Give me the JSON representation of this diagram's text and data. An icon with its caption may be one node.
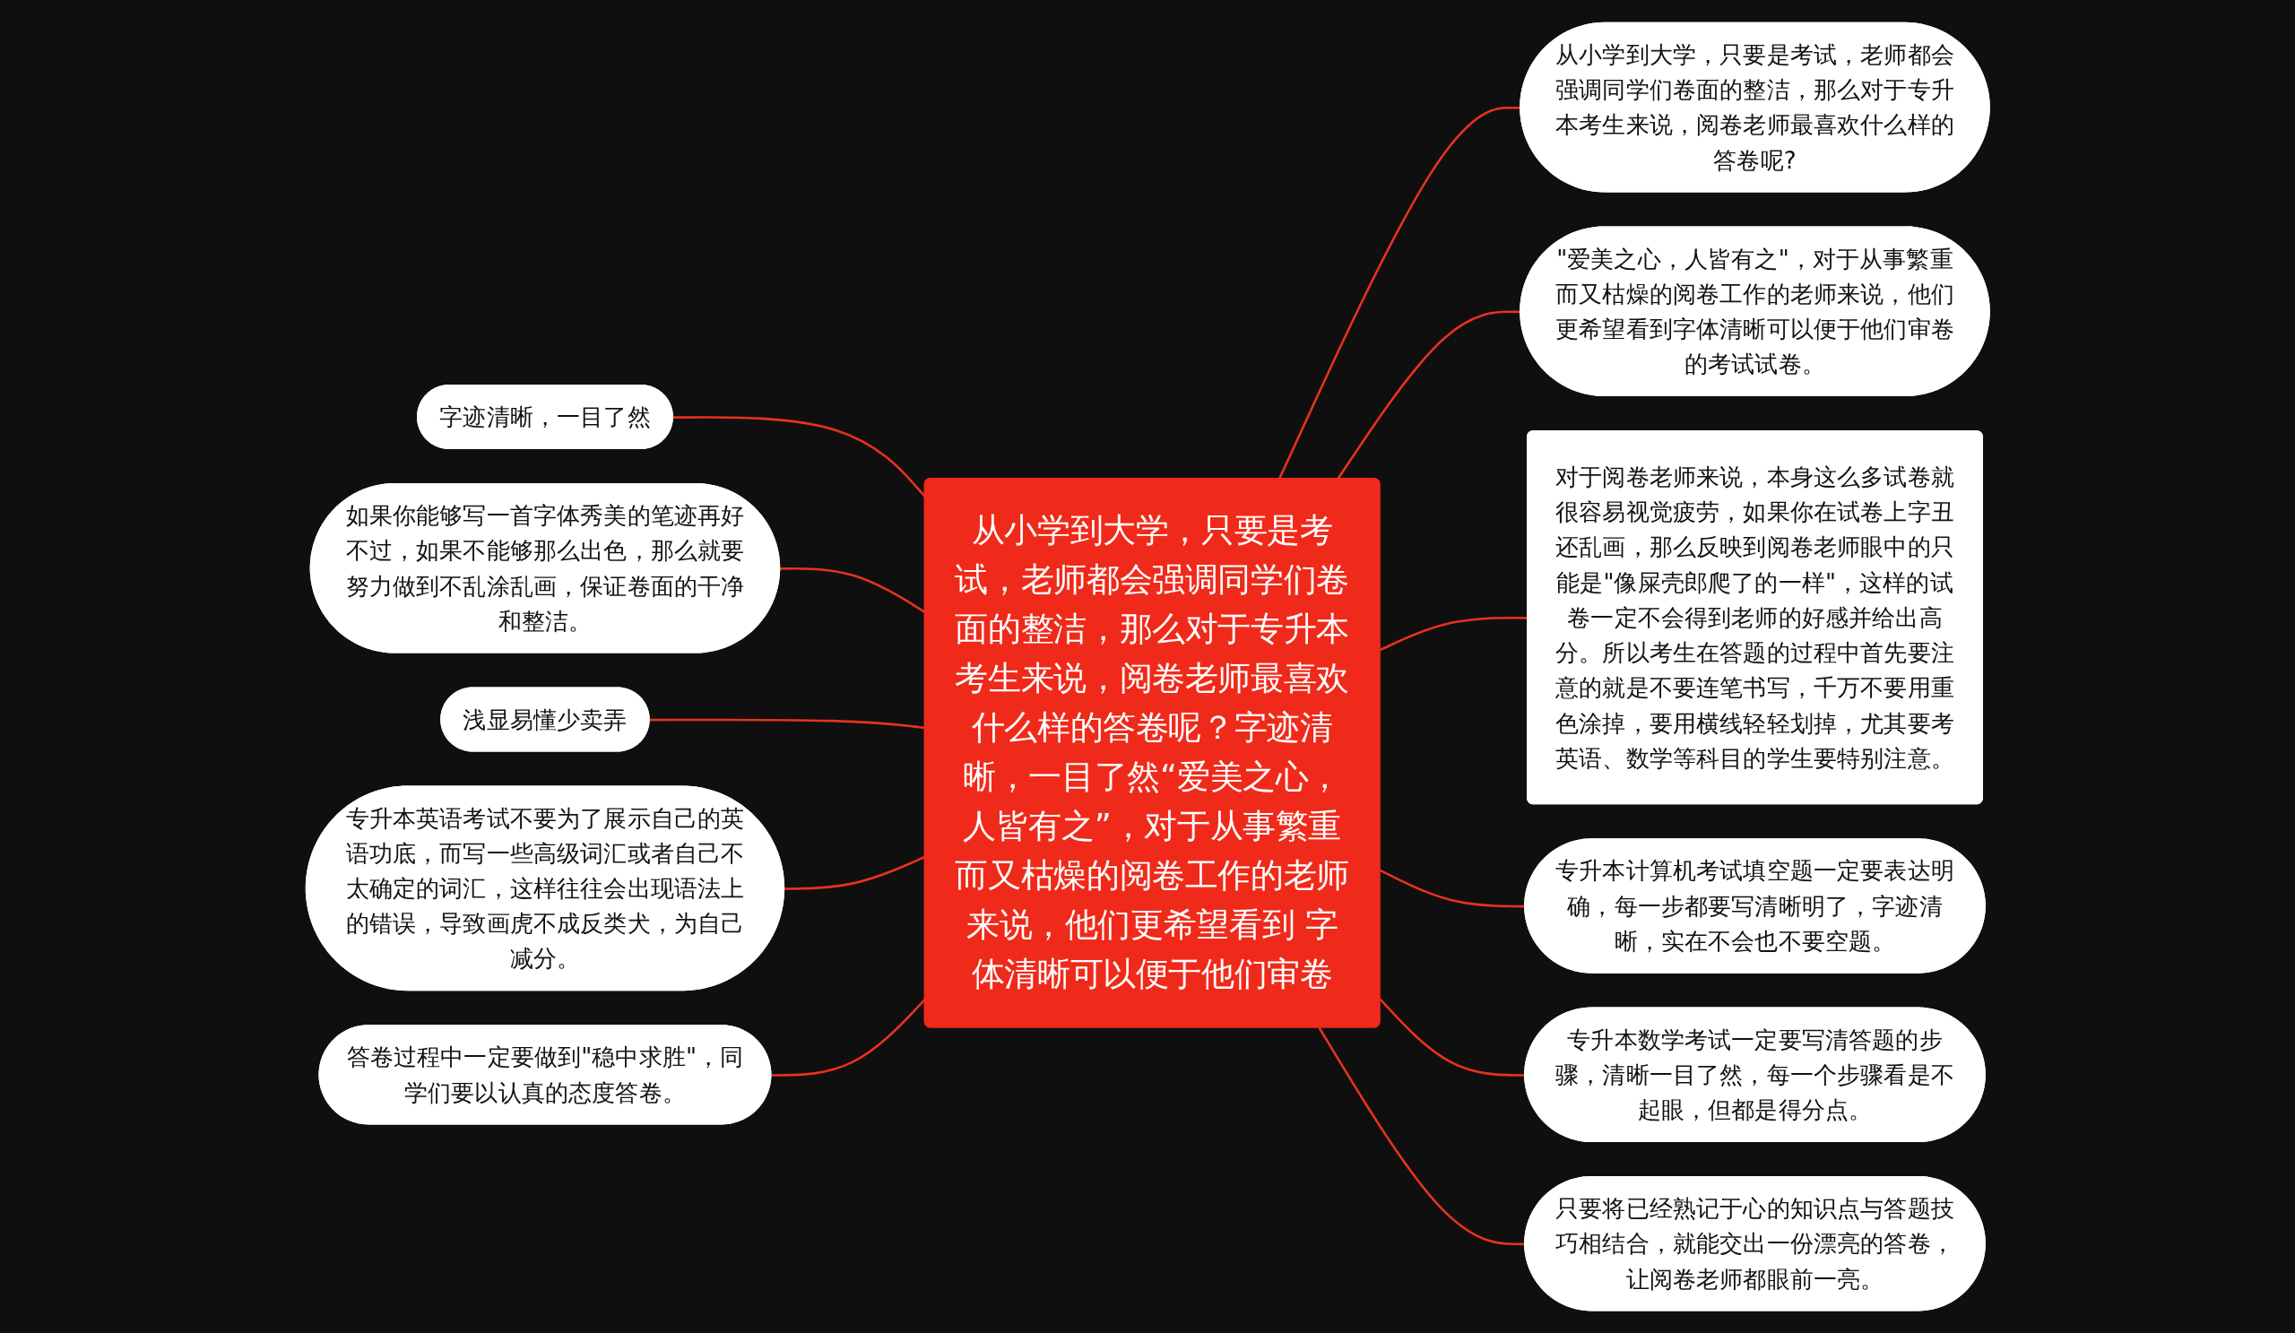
{
  "diagram": {
    "nodes": [
      {
        "text": [
          "从小学到大学，只要是考试，老师都会强调同学们卷面的整洁，那么对于专升本考生来说，阅卷老师最喜欢什么样的答卷呢？字迹清晰，一目了然“爱美之心，人皆有之”，对于从事繁重而又枯燥的阅卷工作的老师来说，他们更希望看到 字体清晰可以便于他们审卷"
        ]
      },
      {
        "text": [
          "字迹清晰，一目了然"
        ]
      },
      {
        "text": [
          "如果你能够写一首字体秀美的笔迹再好不过，如果不能够那么出色，那么就要努力做到不乱涂乱画，保证卷面的干净和整洁。"
        ]
      },
      {
        "text": [
          "浅显易懂少卖弄"
        ]
      },
      {
        "text": [
          "专升本英语考试不要为了展示自己的英语功底，而写一些高级词汇或者自己不太确定的词汇，这样往往会出现语法上的错误，导致画虎不成反类犬，为自己减分。"
        ]
      },
      {
        "text": [
          "答卷过程中一定要做到\"稳中求胜\"，同学们要以认真的态度答卷。"
        ]
      },
      {
        "text": [
          "从小学到大学，只要是考试，老师都会强调同学们卷面的整洁，那么对于专升本考生来说，阅卷老师最喜欢什么样的答卷呢?"
        ]
      },
      {
        "text": [
          "\"爱美之心，人皆有之\"，对于从事繁重而又枯燥的阅卷工作的老师来说，他们更希望看到字体清晰可以便于他们审卷的考试试卷。"
        ]
      },
      {
        "text": [
          "对于阅卷老师来说，本身这么多试卷就很容易视觉疲劳，如果你在试卷上字丑还乱画，那么反映到阅卷老师眼中的只能是\"像屎壳郎爬了的一样\"，这样的试卷一定不会得到老师的好感并给出高分。所以考生在答题的过程中首先要注意的就是不要连笔书写，千万不要用重色涂掉，要用横线轻轻划掉，尤其要考英语、数学等科目的学生要特别注意。"
        ]
      },
      {
        "text": [
          "专升本计算机考试填空题一定要表达明确，每一步都要写清晰明了，字迹清晰，实在不会也不要空题。"
        ]
      },
      {
        "text": [
          "专升本数学考试一定要写清答题的步骤，清晰一目了然，每一个步骤看是不起眼，但都是得分点。"
        ]
      },
      {
        "text": [
          "只要将已经熟记于心的知识点与答题技巧相结合，就能交出一份漂亮的答卷，让阅卷老师都眼前一亮。"
        ]
      }
    ],
    "edges": [
      {
        "from": 0,
        "to": 1,
        "arrow": "none"
      },
      {
        "from": 0,
        "to": 2,
        "arrow": "none"
      },
      {
        "from": 0,
        "to": 3,
        "arrow": "none"
      },
      {
        "from": 0,
        "to": 4,
        "arrow": "none"
      },
      {
        "from": 0,
        "to": 5,
        "arrow": "none"
      },
      {
        "from": 0,
        "to": 6,
        "arrow": "none"
      },
      {
        "from": 0,
        "to": 7,
        "arrow": "none"
      },
      {
        "from": 0,
        "to": 8,
        "arrow": "none"
      },
      {
        "from": 0,
        "to": 9,
        "arrow": "none"
      },
      {
        "from": 0,
        "to": 10,
        "arrow": "none"
      },
      {
        "from": 0,
        "to": 11,
        "arrow": "none"
      }
    ]
  }
}
